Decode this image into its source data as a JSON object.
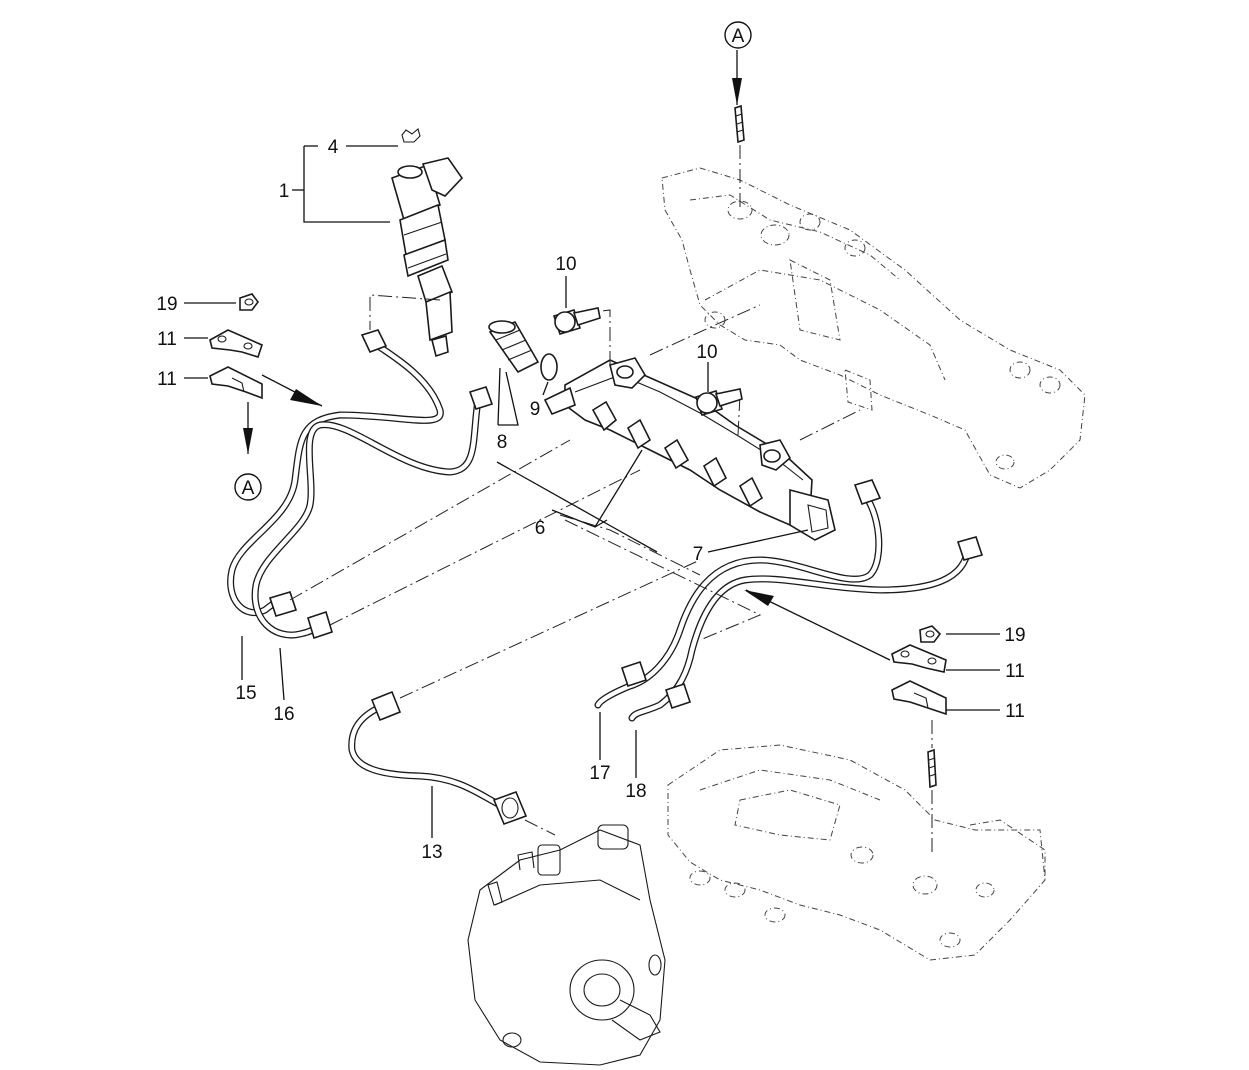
{
  "callouts": {
    "c1": "1",
    "c4": "4",
    "c6": "6",
    "c7": "7",
    "c8": "8",
    "c9": "9",
    "c10a": "10",
    "c10b": "10",
    "c11a": "11",
    "c11b": "11",
    "c11c": "11",
    "c11d": "11",
    "c13": "13",
    "c15": "15",
    "c16": "16",
    "c17": "17",
    "c18": "18",
    "c19a": "19",
    "c19b": "19"
  },
  "refs": {
    "a_top": "A",
    "a_left": "A"
  }
}
